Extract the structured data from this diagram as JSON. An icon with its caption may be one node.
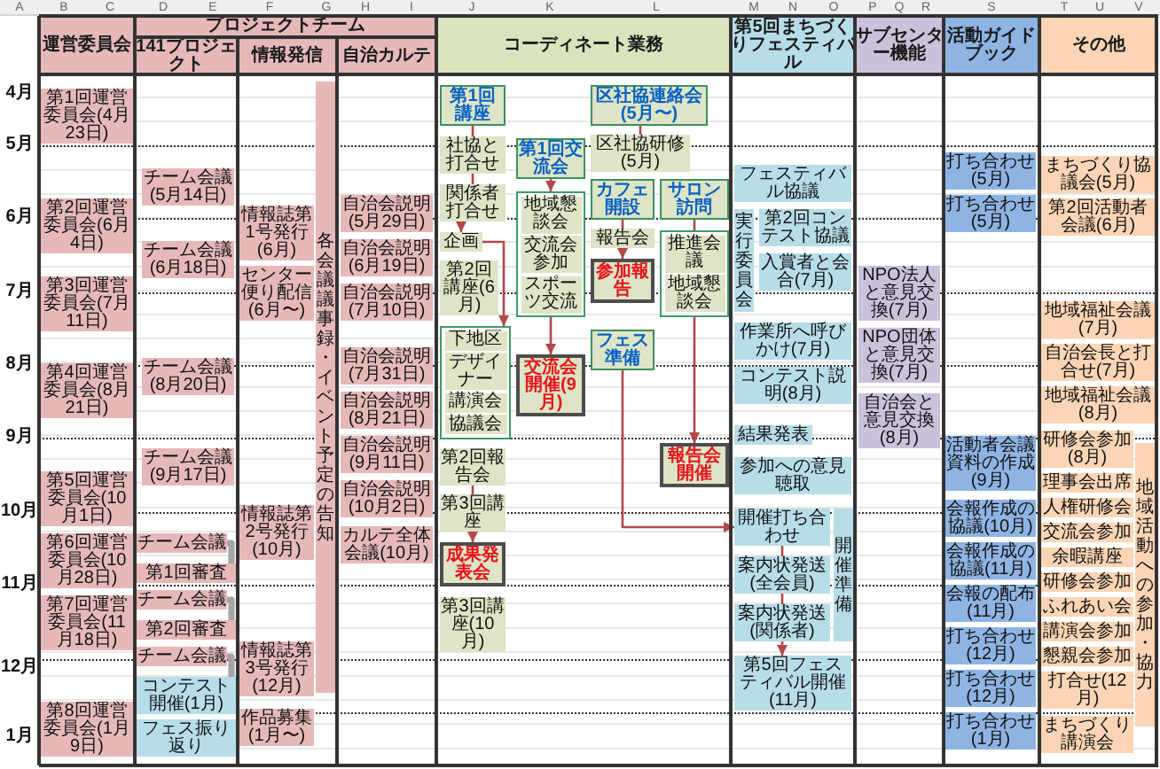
{
  "diagram": {
    "nodes": [
      {
        "text": [
          "運営委員会"
        ]
      },
      {
        "text": [
          "プロジェクトチーム"
        ]
      },
      {
        "text": [
          "141プロジェクト"
        ]
      },
      {
        "text": [
          "情報発信"
        ]
      },
      {
        "text": [
          "自治カルテ"
        ]
      },
      {
        "text": [
          "コーディネート業務"
        ]
      },
      {
        "text": [
          "第5回まちづくりフェスティバル"
        ]
      },
      {
        "text": [
          "サブセンター機能"
        ]
      },
      {
        "text": [
          "活動ガイドブック"
        ]
      },
      {
        "text": [
          "その他"
        ]
      },
      {
        "text": [
          "第1回運営委員会(4月23日)"
        ]
      },
      {
        "text": [
          "第2回運営委員会(6月4日)"
        ]
      },
      {
        "text": [
          "第3回運営委員会(7月11日)"
        ]
      },
      {
        "text": [
          "第4回運営委員会(8月21日)"
        ]
      },
      {
        "text": [
          "第5回運営委員会(10月1日)"
        ]
      },
      {
        "text": [
          "第6回運営委員会(10月28日)"
        ]
      },
      {
        "text": [
          "第7回運営委員会(11月18日)"
        ]
      },
      {
        "text": [
          "第8回運営委員会(1月9日)"
        ]
      },
      {
        "text": [
          "チーム会議(5月14日)"
        ]
      },
      {
        "text": [
          "チーム会議(6月18日)"
        ]
      },
      {
        "text": [
          "チーム会議(8月20日)"
        ]
      },
      {
        "text": [
          "チーム会議(9月17日)"
        ]
      },
      {
        "text": [
          "チーム会議"
        ]
      },
      {
        "text": [
          "第1回審査"
        ]
      },
      {
        "text": [
          "チーム会議"
        ]
      },
      {
        "text": [
          "第2回審査"
        ]
      },
      {
        "text": [
          "チーム会議"
        ]
      },
      {
        "text": [
          "コンテスト開催(1月)"
        ]
      },
      {
        "text": [
          "フェス振り返り"
        ]
      },
      {
        "text": [
          "情報誌第1号発行(6月)"
        ]
      },
      {
        "text": [
          "センター便り配信(6月〜)"
        ]
      },
      {
        "text": [
          "情報誌第2号発行(10月)"
        ]
      },
      {
        "text": [
          "情報誌第3号発行(12月)"
        ]
      },
      {
        "text": [
          "作品募集(1月〜)"
        ]
      },
      {
        "text": [
          "各会議議事録・イベント予定の告知"
        ]
      },
      {
        "text": [
          "自治会説明(5月29日)"
        ]
      },
      {
        "text": [
          "自治会説明(6月19日)"
        ]
      },
      {
        "text": [
          "自治会説明(7月10日)"
        ]
      },
      {
        "text": [
          "自治会説明(7月31日)"
        ]
      },
      {
        "text": [
          "自治会説明(8月21日)"
        ]
      },
      {
        "text": [
          "自治会説明(9月11日)"
        ]
      },
      {
        "text": [
          "自治会説明(10月2日)"
        ]
      },
      {
        "text": [
          "カルテ全体会議(10月)"
        ]
      },
      {
        "text": [
          "第1回講座"
        ]
      },
      {
        "text": [
          "区社協連絡会(5月〜)"
        ]
      },
      {
        "text": [
          "社協と打合せ"
        ]
      },
      {
        "text": [
          "区社協研修(5月)"
        ]
      },
      {
        "text": [
          "第1回交流会"
        ]
      },
      {
        "text": [
          "関係者打合せ"
        ]
      },
      {
        "text": [
          "カフェ開設"
        ]
      },
      {
        "text": [
          "サロン訪問"
        ]
      },
      {
        "text": [
          "企画"
        ]
      },
      {
        "text": [],
        "shape": "box"
      },
      {
        "text": [
          "地域懇談会"
        ],
        "in": 52
      },
      {
        "text": [
          "交流会参加"
        ],
        "in": 52
      },
      {
        "text": [
          "スポーツ交流"
        ],
        "in": 52
      },
      {
        "text": [
          "報告会"
        ]
      },
      {
        "text": [
          "参加報告"
        ]
      },
      {
        "text": [
          "第2回講座(6月)"
        ]
      },
      {
        "text": [],
        "shape": "box"
      },
      {
        "text": [
          "推進会議"
        ],
        "in": 59
      },
      {
        "text": [
          "地域懇談会"
        ],
        "in": 59
      },
      {
        "text": [],
        "shape": "box"
      },
      {
        "text": [
          "下地区"
        ],
        "in": 62
      },
      {
        "text": [
          "デザイナー"
        ],
        "in": 62
      },
      {
        "text": [
          "講演会"
        ],
        "in": 62
      },
      {
        "text": [
          "協議会"
        ],
        "in": 62
      },
      {
        "text": [
          "フェス準備"
        ]
      },
      {
        "text": [
          "交流会開催(9月)"
        ]
      },
      {
        "text": [
          "第2回報告会"
        ]
      },
      {
        "text": [
          "第3回講座"
        ]
      },
      {
        "text": [
          "成果発表会"
        ]
      },
      {
        "text": [
          "報告会開催"
        ]
      },
      {
        "text": [
          "第3回講座(10月)"
        ]
      },
      {
        "text": [
          "フェスティバル協議"
        ]
      },
      {
        "text": [
          "実行委員会"
        ]
      },
      {
        "text": [
          "第2回コンテスト協議"
        ]
      },
      {
        "text": [
          "入賞者と会合(7月)"
        ]
      },
      {
        "text": [
          "作業所へ呼びかけ(7月)"
        ]
      },
      {
        "text": [
          "コンテスト説明(8月)"
        ]
      },
      {
        "text": [
          "結果発表"
        ]
      },
      {
        "text": [
          "参加への意見聴取"
        ]
      },
      {
        "text": [
          "開催打ち合わせ"
        ]
      },
      {
        "text": [
          "案内状発送(全会員)"
        ]
      },
      {
        "text": [
          "案内状発送(関係者)"
        ]
      },
      {
        "text": [
          "第5回フェスティバル開催(11月)"
        ]
      },
      {
        "text": [
          "開催準備"
        ]
      },
      {
        "text": [
          "NPO法人と意見交換(7月)"
        ]
      },
      {
        "text": [
          "NPO団体と意見交換(7月)"
        ]
      },
      {
        "text": [
          "自治会と意見交換(8月)"
        ]
      },
      {
        "text": [
          "打ち合わせ(5月)"
        ]
      },
      {
        "text": [
          "打ち合わせ(5月)"
        ]
      },
      {
        "text": [
          "活動者会議資料の作成(9月)"
        ]
      },
      {
        "text": [
          "会報作成の協議(10月)"
        ]
      },
      {
        "text": [
          "会報作成の協議(11月)"
        ]
      },
      {
        "text": [
          "会報の配布(11月)"
        ]
      },
      {
        "text": [
          "打ち合わせ(12月)"
        ]
      },
      {
        "text": [
          "打ち合わせ(12月)"
        ]
      },
      {
        "text": [
          "打ち合わせ(1月)"
        ]
      },
      {
        "text": [
          "まちづくり協議会(5月)"
        ]
      },
      {
        "text": [
          "第2回活動者会議(6月)"
        ]
      },
      {
        "text": [
          "地域福祉会議(7月)"
        ]
      },
      {
        "text": [
          "自治会長と打合せ(7月)"
        ]
      },
      {
        "text": [
          "地域福祉会議(8月)"
        ]
      },
      {
        "text": [
          "研修会参加(8月)"
        ]
      },
      {
        "text": [
          "理事会出席"
        ]
      },
      {
        "text": [
          "人権研修会"
        ]
      },
      {
        "text": [
          "交流会参加"
        ]
      },
      {
        "text": [
          "余暇講座"
        ]
      },
      {
        "text": [
          "研修会参加"
        ]
      },
      {
        "text": [
          "ふれあい会"
        ]
      },
      {
        "text": [
          "講演会参加"
        ]
      },
      {
        "text": [
          "懇親会参加"
        ]
      },
      {
        "text": [
          "打合せ(12月)"
        ]
      },
      {
        "text": [
          "まちづくり講演会"
        ]
      },
      {
        "text": [
          "地域活動への参加・協力"
        ]
      }
    ],
    "edges": [
      {
        "from": 22,
        "to": 23,
        "arrow": "none",
        "style": "thick",
        "color": "#a6a6a6"
      },
      {
        "from": 24,
        "to": 25,
        "arrow": "none",
        "style": "thick",
        "color": "#a6a6a6"
      },
      {
        "from": 26,
        "to": 27,
        "arrow": "none",
        "style": "thick",
        "color": "#a6a6a6"
      },
      {
        "from": 43,
        "to": 45,
        "arrow": "none"
      },
      {
        "from": 45,
        "to": 48,
        "arrow": "none"
      },
      {
        "from": 48,
        "to": 51,
        "arrow": "to"
      },
      {
        "from": 51,
        "to": 62,
        "arrow": "to"
      },
      {
        "from": 44,
        "to": 46,
        "arrow": "none"
      },
      {
        "from": 47,
        "to": 52,
        "arrow": "to"
      },
      {
        "from": 52,
        "to": 68,
        "arrow": "to"
      },
      {
        "from": 49,
        "to": 56,
        "arrow": "none"
      },
      {
        "from": 56,
        "to": 57,
        "arrow": "to"
      },
      {
        "from": 50,
        "to": 59,
        "arrow": "none"
      },
      {
        "from": 59,
        "to": 72,
        "arrow": "to"
      },
      {
        "from": 69,
        "to": 70,
        "arrow": "none"
      },
      {
        "from": 70,
        "to": 71,
        "arrow": "to"
      },
      {
        "from": 67,
        "to": 82,
        "arrow": "to"
      },
      {
        "from": 82,
        "to": 83,
        "arrow": "none"
      },
      {
        "from": 83,
        "to": 84,
        "arrow": "none"
      },
      {
        "from": 84,
        "to": 85,
        "arrow": "to"
      }
    ],
    "labels": [
      "A",
      "B",
      "C",
      "D",
      "E",
      "F",
      "G",
      "H",
      "I",
      "J",
      "K",
      "L",
      "M",
      "N",
      "O",
      "P",
      "Q",
      "R",
      "S",
      "T",
      "U",
      "V",
      "4月",
      "5月",
      "6月",
      "7月",
      "8月",
      "9月",
      "10月",
      "11月",
      "12月",
      "1月"
    ]
  }
}
